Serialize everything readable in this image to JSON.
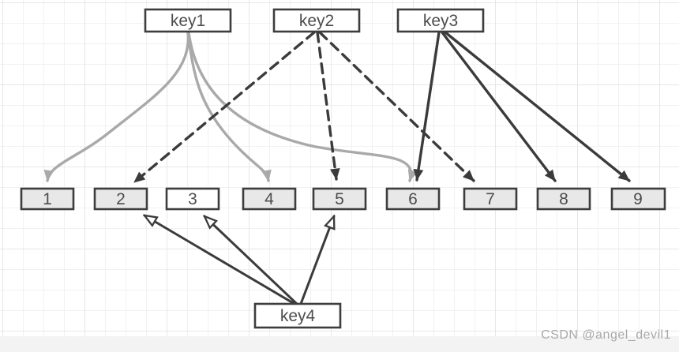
{
  "diagram": {
    "type": "hash-key-to-slot-mapping",
    "nodes": {
      "key1": {
        "label": "key1"
      },
      "key2": {
        "label": "key2"
      },
      "key3": {
        "label": "key3"
      },
      "key4": {
        "label": "key4"
      },
      "n1": {
        "label": "1"
      },
      "n2": {
        "label": "2"
      },
      "n3": {
        "label": "3"
      },
      "n4": {
        "label": "4"
      },
      "n5": {
        "label": "5"
      },
      "n6": {
        "label": "6"
      },
      "n7": {
        "label": "7"
      },
      "n8": {
        "label": "8"
      },
      "n9": {
        "label": "9"
      }
    },
    "edges": [
      {
        "from": "key1",
        "to": "1",
        "style": "gray-curved",
        "arrowhead": "filled-gray"
      },
      {
        "from": "key1",
        "to": "4",
        "style": "gray-curved",
        "arrowhead": "filled-gray"
      },
      {
        "from": "key1",
        "to": "6",
        "style": "gray-curved",
        "arrowhead": "filled-gray"
      },
      {
        "from": "key2",
        "to": "2",
        "style": "black-dashed",
        "arrowhead": "filled-black"
      },
      {
        "from": "key2",
        "to": "5",
        "style": "black-dashed",
        "arrowhead": "filled-black"
      },
      {
        "from": "key2",
        "to": "7",
        "style": "black-dashed",
        "arrowhead": "filled-black"
      },
      {
        "from": "key3",
        "to": "6",
        "style": "black-solid",
        "arrowhead": "filled-black"
      },
      {
        "from": "key3",
        "to": "8",
        "style": "black-solid",
        "arrowhead": "filled-black"
      },
      {
        "from": "key3",
        "to": "9",
        "style": "black-solid",
        "arrowhead": "filled-black"
      },
      {
        "from": "key4",
        "to": "2",
        "style": "black-solid",
        "arrowhead": "hollow"
      },
      {
        "from": "key4",
        "to": "3",
        "style": "black-solid",
        "arrowhead": "hollow"
      },
      {
        "from": "key4",
        "to": "5",
        "style": "black-solid",
        "arrowhead": "hollow"
      }
    ],
    "colors": {
      "box_border": "#3d3d3d",
      "box_fill_gray": "#e8e8e8",
      "box_fill_white": "#ffffff",
      "text": "#4d4d4d",
      "arrow_gray": "#a9a9a9",
      "arrow_black": "#3b3b3b",
      "grid_line": "#f1f1f1",
      "watermark_band": "#f3f3f3"
    }
  },
  "watermark": {
    "text": "CSDN @angel_devil1"
  }
}
